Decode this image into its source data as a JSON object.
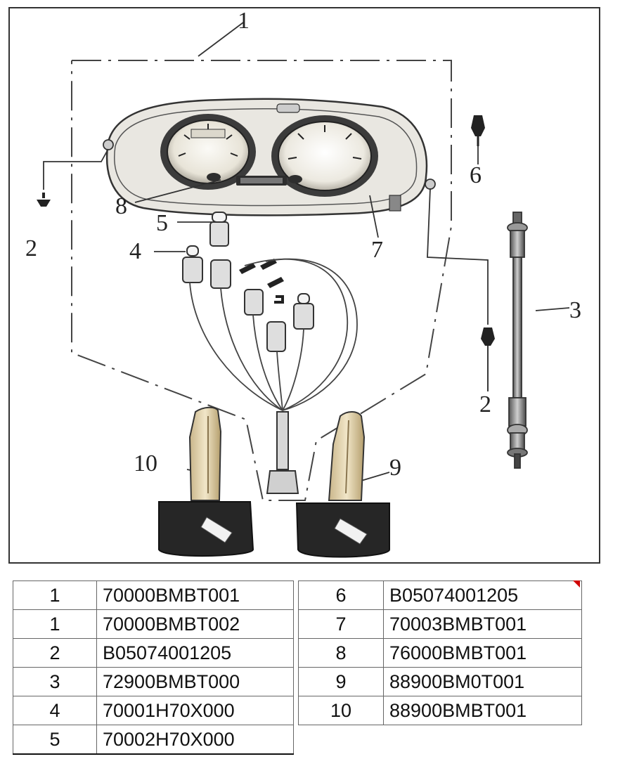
{
  "callouts": [
    "1",
    "2",
    "3",
    "4",
    "5",
    "6",
    "7",
    "8",
    "9",
    "10"
  ],
  "parts_left": [
    {
      "num": "1",
      "code": "70000BMBT001"
    },
    {
      "num": "1",
      "code": "70000BMBT002"
    },
    {
      "num": "2",
      "code": "B05074001205"
    },
    {
      "num": "3",
      "code": "72900BMBT000"
    },
    {
      "num": "4",
      "code": "70001H70X000"
    },
    {
      "num": "5",
      "code": "70002H70X000"
    }
  ],
  "parts_right": [
    {
      "num": "6",
      "code": "B05074001205"
    },
    {
      "num": "7",
      "code": "70003BMBT001"
    },
    {
      "num": "8",
      "code": "76000BMBT001"
    },
    {
      "num": "9",
      "code": "88900BM0T001"
    },
    {
      "num": "10",
      "code": "88900BMBT001"
    }
  ]
}
